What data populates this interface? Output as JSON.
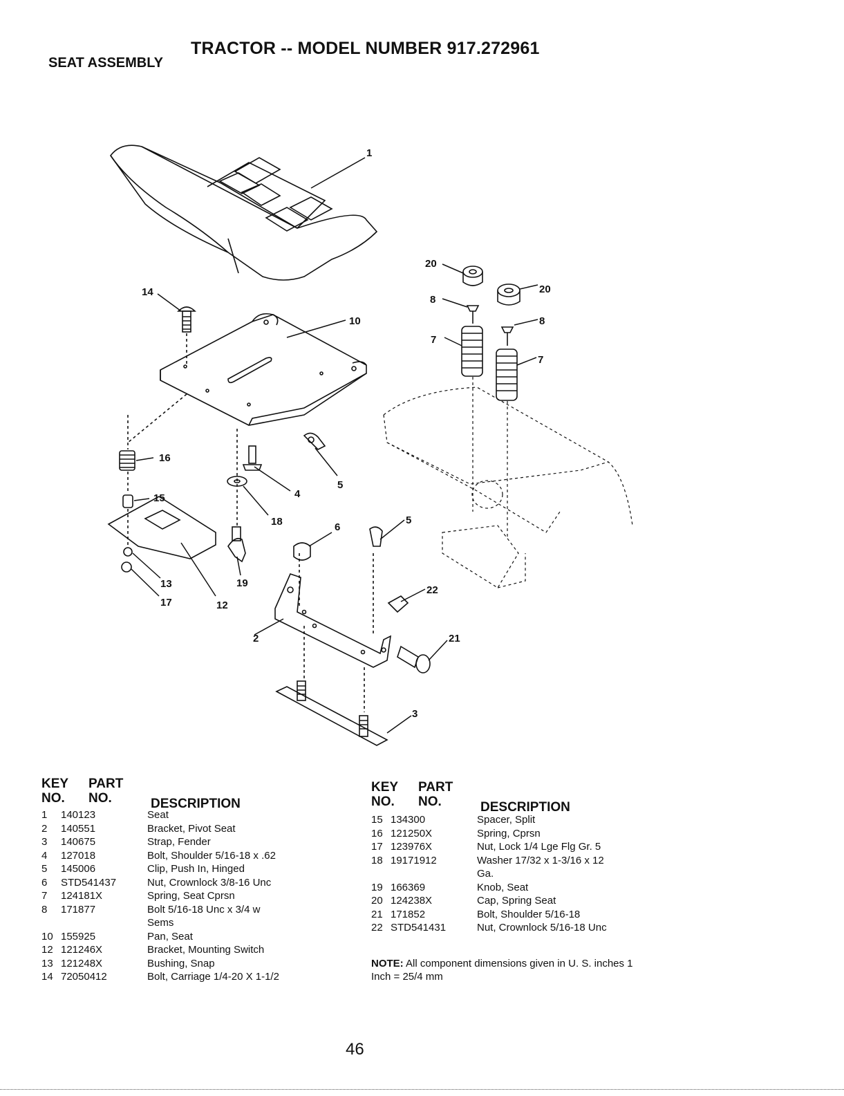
{
  "header": {
    "title": "TRACTOR -- MODEL NUMBER 917.272961",
    "subtitle": "SEAT ASSEMBLY"
  },
  "callouts": [
    "1",
    "2",
    "3",
    "4",
    "5",
    "5",
    "6",
    "7",
    "7",
    "8",
    "8",
    "10",
    "12",
    "13",
    "14",
    "15",
    "16",
    "17",
    "18",
    "19",
    "20",
    "20",
    "21",
    "22"
  ],
  "table_headers": {
    "key": "KEY",
    "part": "PART",
    "no": "NO.",
    "description": "DESCRIPTION"
  },
  "parts_left": [
    {
      "key": "1",
      "part": "140123",
      "desc": "Seat"
    },
    {
      "key": "2",
      "part": "140551",
      "desc": "Bracket, Pivot Seat"
    },
    {
      "key": "3",
      "part": "140675",
      "desc": "Strap, Fender"
    },
    {
      "key": "4",
      "part": "127018",
      "desc": "Bolt, Shoulder  5/16-18 x .62"
    },
    {
      "key": "5",
      "part": "145006",
      "desc": "Clip, Push In, Hinged"
    },
    {
      "key": "6",
      "part": "STD541437",
      "desc": "Nut, Crownlock  3/8-16 Unc"
    },
    {
      "key": "7",
      "part": "124181X",
      "desc": "Spring, Seat Cprsn"
    },
    {
      "key": "8",
      "part": "171877",
      "desc": "Bolt  5/16-18 Unc x 3/4 w",
      "cont": "Sems"
    },
    {
      "key": "10",
      "part": "155925",
      "desc": "Pan, Seat"
    },
    {
      "key": "12",
      "part": "121246X",
      "desc": "Bracket, Mounting Switch"
    },
    {
      "key": "13",
      "part": "121248X",
      "desc": "Bushing, Snap"
    },
    {
      "key": "14",
      "part": "72050412",
      "desc": "Bolt, Carriage  1/4-20 X 1-1/2"
    }
  ],
  "parts_right": [
    {
      "key": "15",
      "part": "134300",
      "desc": "Spacer, Split"
    },
    {
      "key": "16",
      "part": "121250X",
      "desc": "Spring, Cprsn"
    },
    {
      "key": "17",
      "part": "123976X",
      "desc": "Nut, Lock  1/4 Lge Flg Gr. 5"
    },
    {
      "key": "18",
      "part": "19171912",
      "desc": "Washer  17/32 x 1-3/16 x 12",
      "cont": "Ga."
    },
    {
      "key": "19",
      "part": "166369",
      "desc": "Knob, Seat"
    },
    {
      "key": "20",
      "part": "124238X",
      "desc": "Cap, Spring Seat"
    },
    {
      "key": "21",
      "part": "171852",
      "desc": "Bolt, Shoulder  5/16-18"
    },
    {
      "key": "22",
      "part": "STD541431",
      "desc": "Nut, Crownlock  5/16-18 Unc"
    }
  ],
  "note": {
    "label": "NOTE:",
    "text": "All component dimensions given in U. S. inches 1 Inch = 25/4 mm"
  },
  "page_number": "46"
}
